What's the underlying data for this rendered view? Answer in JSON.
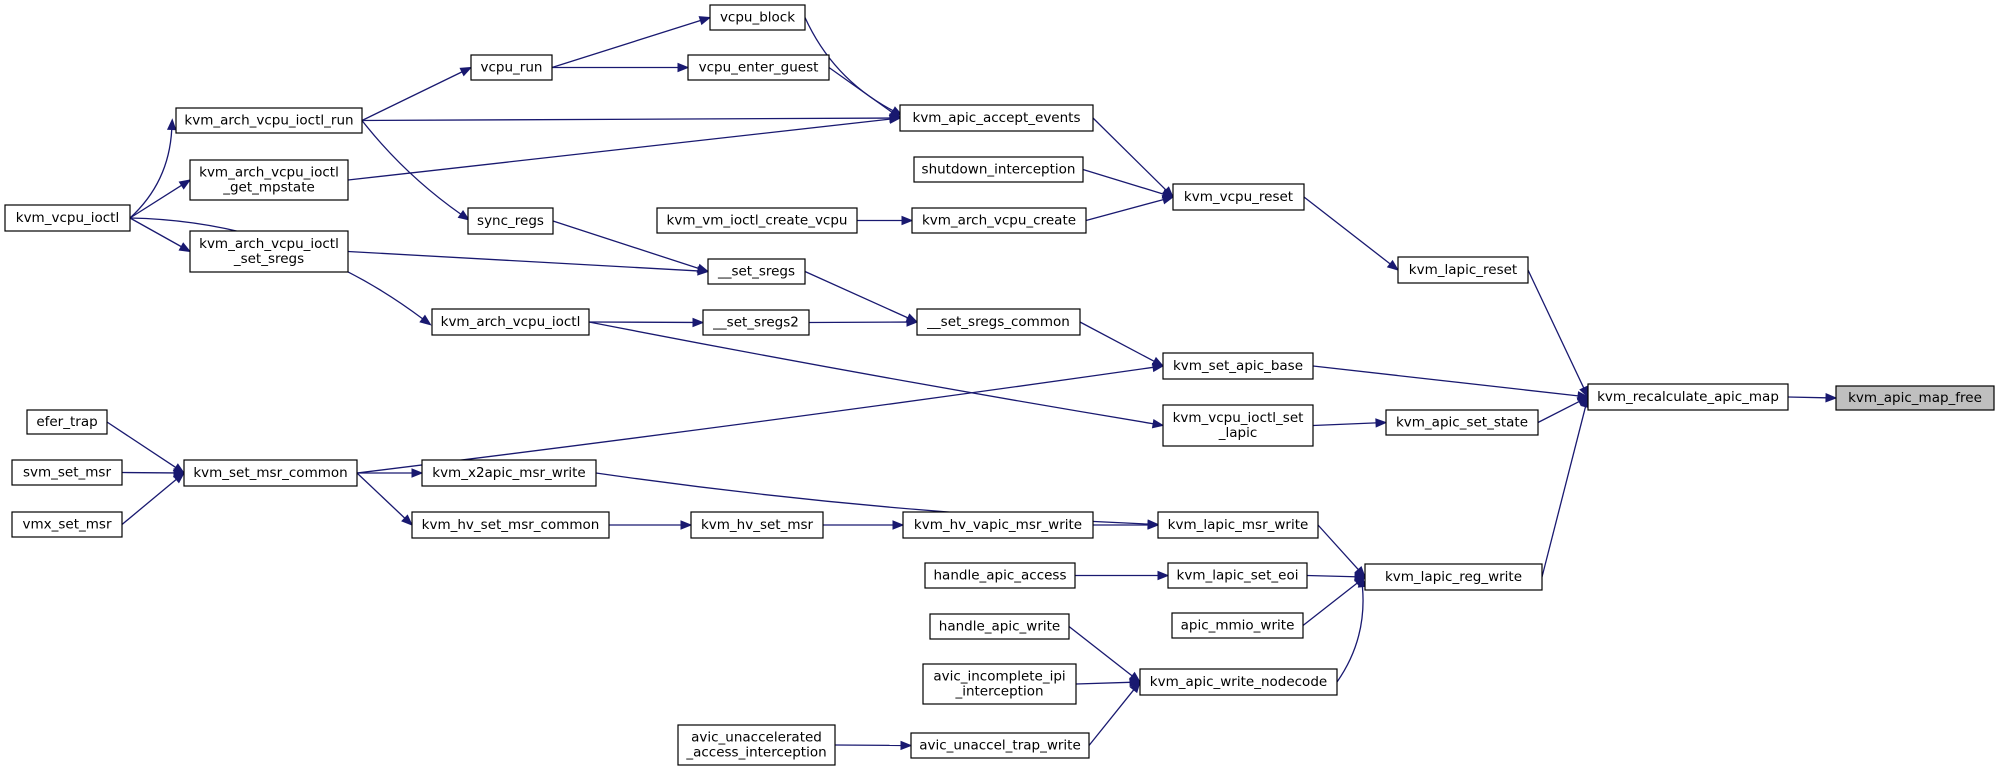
{
  "colors": {
    "edge": "#191970",
    "node_border": "#000000",
    "highlight_fill": "#bfbfbf",
    "background": "#ffffff"
  },
  "nodes": [
    {
      "id": "kvm_apic_map_free",
      "lines": [
        "kvm_apic_map_free"
      ],
      "highlight": true
    },
    {
      "id": "kvm_recalculate_apic_map",
      "lines": [
        "kvm_recalculate_apic_map"
      ]
    },
    {
      "id": "kvm_lapic_reset",
      "lines": [
        "kvm_lapic_reset"
      ]
    },
    {
      "id": "kvm_set_apic_base",
      "lines": [
        "kvm_set_apic_base"
      ]
    },
    {
      "id": "kvm_apic_set_state",
      "lines": [
        "kvm_apic_set_state"
      ]
    },
    {
      "id": "kvm_lapic_reg_write",
      "lines": [
        "kvm_lapic_reg_write"
      ]
    },
    {
      "id": "kvm_vcpu_reset",
      "lines": [
        "kvm_vcpu_reset"
      ]
    },
    {
      "id": "kvm_apic_accept_events",
      "lines": [
        "kvm_apic_accept_events"
      ]
    },
    {
      "id": "shutdown_interception",
      "lines": [
        "shutdown_interception"
      ]
    },
    {
      "id": "kvm_arch_vcpu_create",
      "lines": [
        "kvm_arch_vcpu_create"
      ]
    },
    {
      "id": "kvm_vm_ioctl_create_vcpu",
      "lines": [
        "kvm_vm_ioctl_create_vcpu"
      ]
    },
    {
      "id": "vcpu_block",
      "lines": [
        "vcpu_block"
      ]
    },
    {
      "id": "vcpu_enter_guest",
      "lines": [
        "vcpu_enter_guest"
      ]
    },
    {
      "id": "vcpu_run",
      "lines": [
        "vcpu_run"
      ]
    },
    {
      "id": "kvm_arch_vcpu_ioctl_run",
      "lines": [
        "kvm_arch_vcpu_ioctl_run"
      ]
    },
    {
      "id": "kvm_arch_vcpu_ioctl_get_mpstate",
      "lines": [
        "kvm_arch_vcpu_ioctl",
        "_get_mpstate"
      ]
    },
    {
      "id": "kvm_vcpu_ioctl",
      "lines": [
        "kvm_vcpu_ioctl"
      ]
    },
    {
      "id": "sync_regs",
      "lines": [
        "sync_regs"
      ]
    },
    {
      "id": "__set_sregs",
      "lines": [
        "__set_sregs"
      ]
    },
    {
      "id": "kvm_arch_vcpu_ioctl_set_sregs",
      "lines": [
        "kvm_arch_vcpu_ioctl",
        "_set_sregs"
      ]
    },
    {
      "id": "__set_sregs_common",
      "lines": [
        "__set_sregs_common"
      ]
    },
    {
      "id": "__set_sregs2",
      "lines": [
        "__set_sregs2"
      ]
    },
    {
      "id": "kvm_arch_vcpu_ioctl",
      "lines": [
        "kvm_arch_vcpu_ioctl"
      ]
    },
    {
      "id": "kvm_set_msr_common",
      "lines": [
        "kvm_set_msr_common"
      ]
    },
    {
      "id": "efer_trap",
      "lines": [
        "efer_trap"
      ]
    },
    {
      "id": "svm_set_msr",
      "lines": [
        "svm_set_msr"
      ]
    },
    {
      "id": "vmx_set_msr",
      "lines": [
        "vmx_set_msr"
      ]
    },
    {
      "id": "kvm_vcpu_ioctl_set_lapic",
      "lines": [
        "kvm_vcpu_ioctl_set",
        "_lapic"
      ]
    },
    {
      "id": "kvm_x2apic_msr_write",
      "lines": [
        "kvm_x2apic_msr_write"
      ]
    },
    {
      "id": "kvm_hv_set_msr_common",
      "lines": [
        "kvm_hv_set_msr_common"
      ]
    },
    {
      "id": "kvm_hv_set_msr",
      "lines": [
        "kvm_hv_set_msr"
      ]
    },
    {
      "id": "kvm_hv_vapic_msr_write",
      "lines": [
        "kvm_hv_vapic_msr_write"
      ]
    },
    {
      "id": "kvm_lapic_msr_write",
      "lines": [
        "kvm_lapic_msr_write"
      ]
    },
    {
      "id": "handle_apic_access",
      "lines": [
        "handle_apic_access"
      ]
    },
    {
      "id": "kvm_lapic_set_eoi",
      "lines": [
        "kvm_lapic_set_eoi"
      ]
    },
    {
      "id": "apic_mmio_write",
      "lines": [
        "apic_mmio_write"
      ]
    },
    {
      "id": "handle_apic_write",
      "lines": [
        "handle_apic_write"
      ]
    },
    {
      "id": "kvm_apic_write_nodecode",
      "lines": [
        "kvm_apic_write_nodecode"
      ]
    },
    {
      "id": "avic_incomplete_ipi_interception",
      "lines": [
        "avic_incomplete_ipi",
        "_interception"
      ]
    },
    {
      "id": "avic_unaccelerated_access_interception",
      "lines": [
        "avic_unaccelerated",
        "_access_interception"
      ]
    },
    {
      "id": "avic_unaccel_trap_write",
      "lines": [
        "avic_unaccel_trap_write"
      ]
    }
  ],
  "edges": [
    {
      "from": "kvm_recalculate_apic_map",
      "to": "kvm_apic_map_free"
    },
    {
      "from": "kvm_lapic_reset",
      "to": "kvm_recalculate_apic_map"
    },
    {
      "from": "kvm_set_apic_base",
      "to": "kvm_recalculate_apic_map"
    },
    {
      "from": "kvm_apic_set_state",
      "to": "kvm_recalculate_apic_map"
    },
    {
      "from": "kvm_lapic_reg_write",
      "to": "kvm_recalculate_apic_map"
    },
    {
      "from": "kvm_vcpu_reset",
      "to": "kvm_lapic_reset"
    },
    {
      "from": "kvm_apic_accept_events",
      "to": "kvm_vcpu_reset"
    },
    {
      "from": "shutdown_interception",
      "to": "kvm_vcpu_reset"
    },
    {
      "from": "kvm_arch_vcpu_create",
      "to": "kvm_vcpu_reset"
    },
    {
      "from": "kvm_vm_ioctl_create_vcpu",
      "to": "kvm_arch_vcpu_create"
    },
    {
      "from": "vcpu_block",
      "to": "kvm_apic_accept_events"
    },
    {
      "from": "vcpu_enter_guest",
      "to": "kvm_apic_accept_events"
    },
    {
      "from": "kvm_arch_vcpu_ioctl_run",
      "to": "kvm_apic_accept_events"
    },
    {
      "from": "kvm_arch_vcpu_ioctl_get_mpstate",
      "to": "kvm_apic_accept_events"
    },
    {
      "from": "vcpu_run",
      "to": "vcpu_block"
    },
    {
      "from": "vcpu_run",
      "to": "vcpu_enter_guest"
    },
    {
      "from": "kvm_arch_vcpu_ioctl_run",
      "to": "vcpu_run"
    },
    {
      "from": "kvm_arch_vcpu_ioctl_run",
      "to": "sync_regs"
    },
    {
      "from": "kvm_vcpu_ioctl",
      "to": "kvm_arch_vcpu_ioctl_run"
    },
    {
      "from": "kvm_vcpu_ioctl",
      "to": "kvm_arch_vcpu_ioctl_get_mpstate"
    },
    {
      "from": "kvm_vcpu_ioctl",
      "to": "kvm_arch_vcpu_ioctl_set_sregs"
    },
    {
      "from": "kvm_vcpu_ioctl",
      "to": "kvm_arch_vcpu_ioctl"
    },
    {
      "from": "sync_regs",
      "to": "__set_sregs"
    },
    {
      "from": "kvm_arch_vcpu_ioctl_set_sregs",
      "to": "__set_sregs"
    },
    {
      "from": "__set_sregs",
      "to": "__set_sregs_common"
    },
    {
      "from": "__set_sregs2",
      "to": "__set_sregs_common"
    },
    {
      "from": "kvm_arch_vcpu_ioctl",
      "to": "__set_sregs2"
    },
    {
      "from": "kvm_arch_vcpu_ioctl",
      "to": "kvm_vcpu_ioctl_set_lapic"
    },
    {
      "from": "__set_sregs_common",
      "to": "kvm_set_apic_base"
    },
    {
      "from": "kvm_set_msr_common",
      "to": "kvm_set_apic_base"
    },
    {
      "from": "kvm_vcpu_ioctl_set_lapic",
      "to": "kvm_apic_set_state"
    },
    {
      "from": "efer_trap",
      "to": "kvm_set_msr_common"
    },
    {
      "from": "svm_set_msr",
      "to": "kvm_set_msr_common"
    },
    {
      "from": "vmx_set_msr",
      "to": "kvm_set_msr_common"
    },
    {
      "from": "kvm_set_msr_common",
      "to": "kvm_x2apic_msr_write"
    },
    {
      "from": "kvm_set_msr_common",
      "to": "kvm_hv_set_msr_common"
    },
    {
      "from": "kvm_hv_set_msr_common",
      "to": "kvm_hv_set_msr"
    },
    {
      "from": "kvm_hv_set_msr",
      "to": "kvm_hv_vapic_msr_write"
    },
    {
      "from": "kvm_hv_vapic_msr_write",
      "to": "kvm_lapic_msr_write"
    },
    {
      "from": "kvm_x2apic_msr_write",
      "to": "kvm_lapic_msr_write"
    },
    {
      "from": "kvm_lapic_msr_write",
      "to": "kvm_lapic_reg_write"
    },
    {
      "from": "kvm_lapic_set_eoi",
      "to": "kvm_lapic_reg_write"
    },
    {
      "from": "apic_mmio_write",
      "to": "kvm_lapic_reg_write"
    },
    {
      "from": "kvm_apic_write_nodecode",
      "to": "kvm_lapic_reg_write"
    },
    {
      "from": "handle_apic_access",
      "to": "kvm_lapic_set_eoi"
    },
    {
      "from": "handle_apic_write",
      "to": "kvm_apic_write_nodecode"
    },
    {
      "from": "avic_incomplete_ipi_interception",
      "to": "kvm_apic_write_nodecode"
    },
    {
      "from": "avic_unaccel_trap_write",
      "to": "kvm_apic_write_nodecode"
    },
    {
      "from": "avic_unaccelerated_access_interception",
      "to": "avic_unaccel_trap_write"
    }
  ]
}
